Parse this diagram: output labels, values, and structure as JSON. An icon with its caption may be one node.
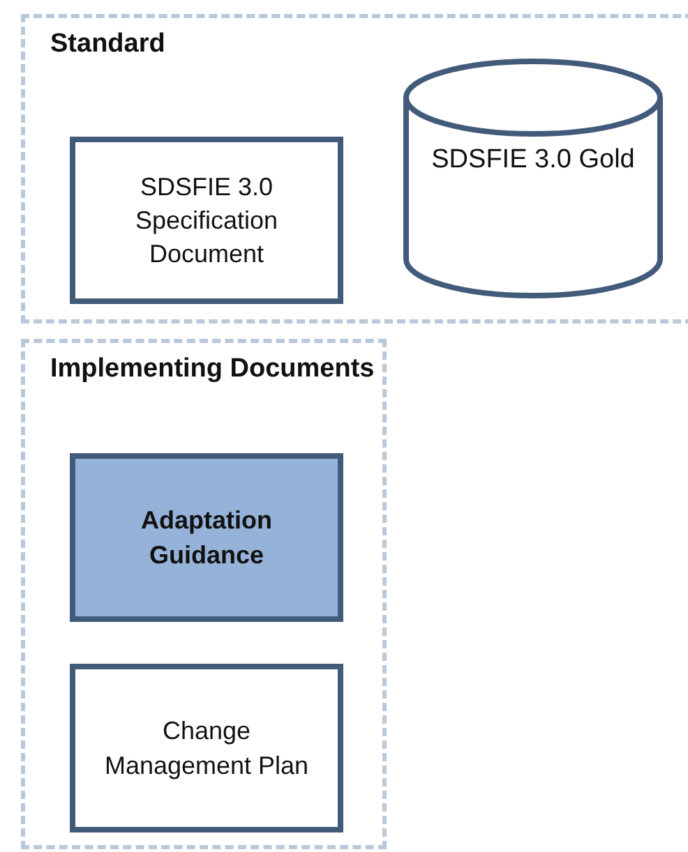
{
  "diagram": {
    "nodes": [
      {
        "text": [
          "Standard"
        ]
      },
      {
        "text": [
          "SDSFIE 3.0 Specification Document"
        ],
        "in": 0
      },
      {
        "text": [
          "SDSFIE 3.0 Gold"
        ],
        "in": 0
      },
      {
        "text": [
          "Implementing Documents"
        ]
      },
      {
        "text": [
          "Adaptation Guidance"
        ],
        "in": 3
      },
      {
        "text": [
          "Change Management Plan"
        ],
        "in": 3
      }
    ]
  }
}
